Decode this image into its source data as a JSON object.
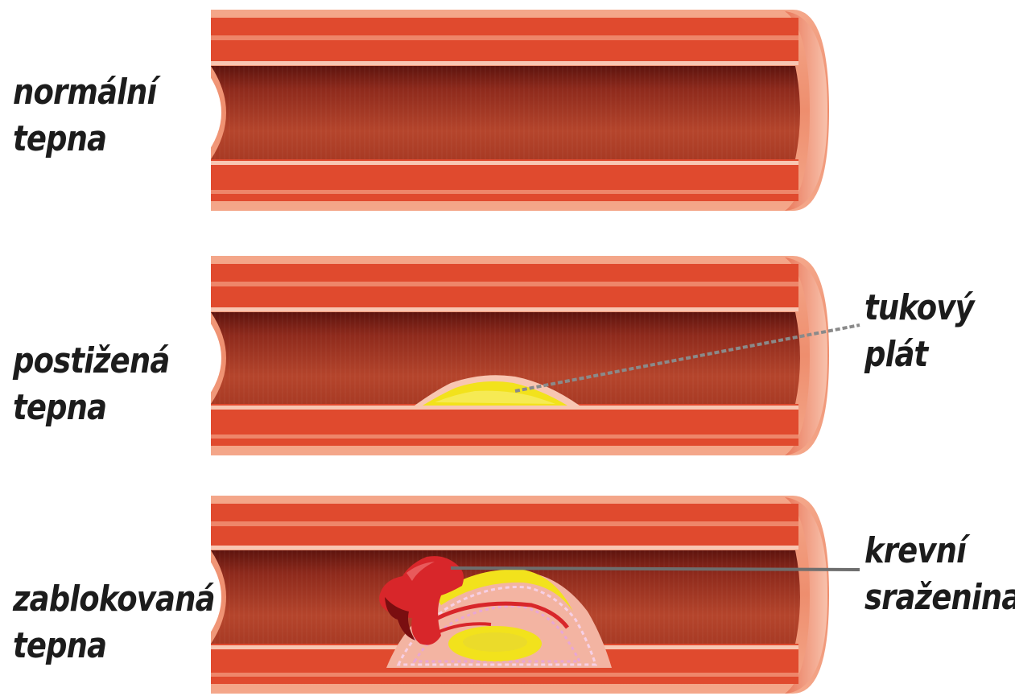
{
  "arteries": [
    {
      "id": "normal",
      "label_line1": "normální",
      "label_line2": "tepna"
    },
    {
      "id": "affected",
      "label_line1": "postižená",
      "label_line2": "tepna"
    },
    {
      "id": "blocked",
      "label_line1": "zablokovaná",
      "label_line2": "tepna"
    }
  ],
  "callouts": {
    "plaque": {
      "line1": "tukový",
      "line2": "plát"
    },
    "clot": {
      "line1": "krevní",
      "line2": "sraženina"
    }
  },
  "colors": {
    "outer_wall": "#f09a7a",
    "wall": "#e0442c",
    "wall_highlight": "#f7b8a0",
    "lumen_dark": "#7a1e16",
    "lumen": "#b83a26",
    "plaque": "#f2e21c",
    "clot": "#d8262a"
  }
}
